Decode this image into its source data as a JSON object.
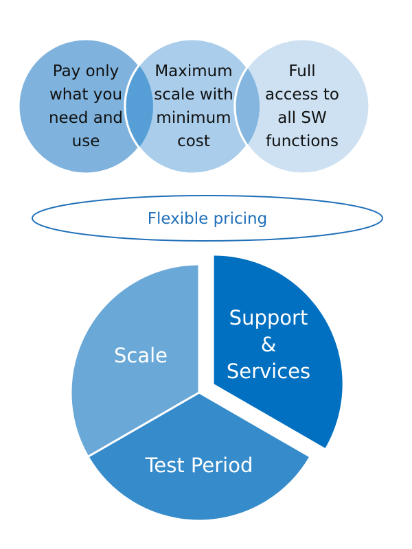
{
  "circles": [
    {
      "lines": [
        "Pay only",
        "what you",
        "need and",
        "use"
      ],
      "color": "#7fb3dd"
    },
    {
      "lines": [
        "Maximum",
        "scale with",
        "minimum",
        "cost"
      ],
      "color": "#a9cdea"
    },
    {
      "lines": [
        "Full",
        "access to",
        "all SW",
        "functions"
      ],
      "color": "#cde1f2"
    }
  ],
  "overlap_colors": [
    "#569fd6",
    "#84b6df"
  ],
  "ellipse": {
    "label": "Flexible pricing",
    "color": "#1f6fb8"
  },
  "pie": {
    "slices": [
      {
        "lines": [
          "Support",
          "&",
          "Services"
        ],
        "value": 1,
        "color": "#0270c0",
        "exploded": true
      },
      {
        "lines": [
          "Test Period"
        ],
        "value": 1,
        "color": "#368bcb",
        "exploded": false
      },
      {
        "lines": [
          "Scale"
        ],
        "value": 1,
        "color": "#69a8d7",
        "exploded": false
      }
    ]
  }
}
